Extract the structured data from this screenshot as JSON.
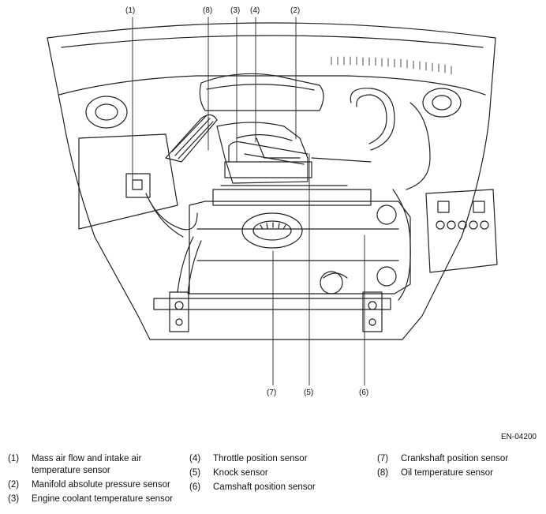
{
  "figure_ref": "EN-04200",
  "callouts": {
    "c1": "(1)",
    "c2": "(2)",
    "c3": "(3)",
    "c4": "(4)",
    "c5": "(5)",
    "c6": "(6)",
    "c7": "(7)",
    "c8": "(8)"
  },
  "legend": [
    {
      "num": "(1)",
      "label": "Mass air flow and intake air temperature sensor"
    },
    {
      "num": "(2)",
      "label": "Manifold absolute pressure sensor"
    },
    {
      "num": "(3)",
      "label": "Engine coolant temperature sensor"
    },
    {
      "num": "(4)",
      "label": "Throttle position sensor"
    },
    {
      "num": "(5)",
      "label": "Knock sensor"
    },
    {
      "num": "(6)",
      "label": "Camshaft position sensor"
    },
    {
      "num": "(7)",
      "label": "Crankshaft position sensor"
    },
    {
      "num": "(8)",
      "label": "Oil temperature sensor"
    }
  ]
}
